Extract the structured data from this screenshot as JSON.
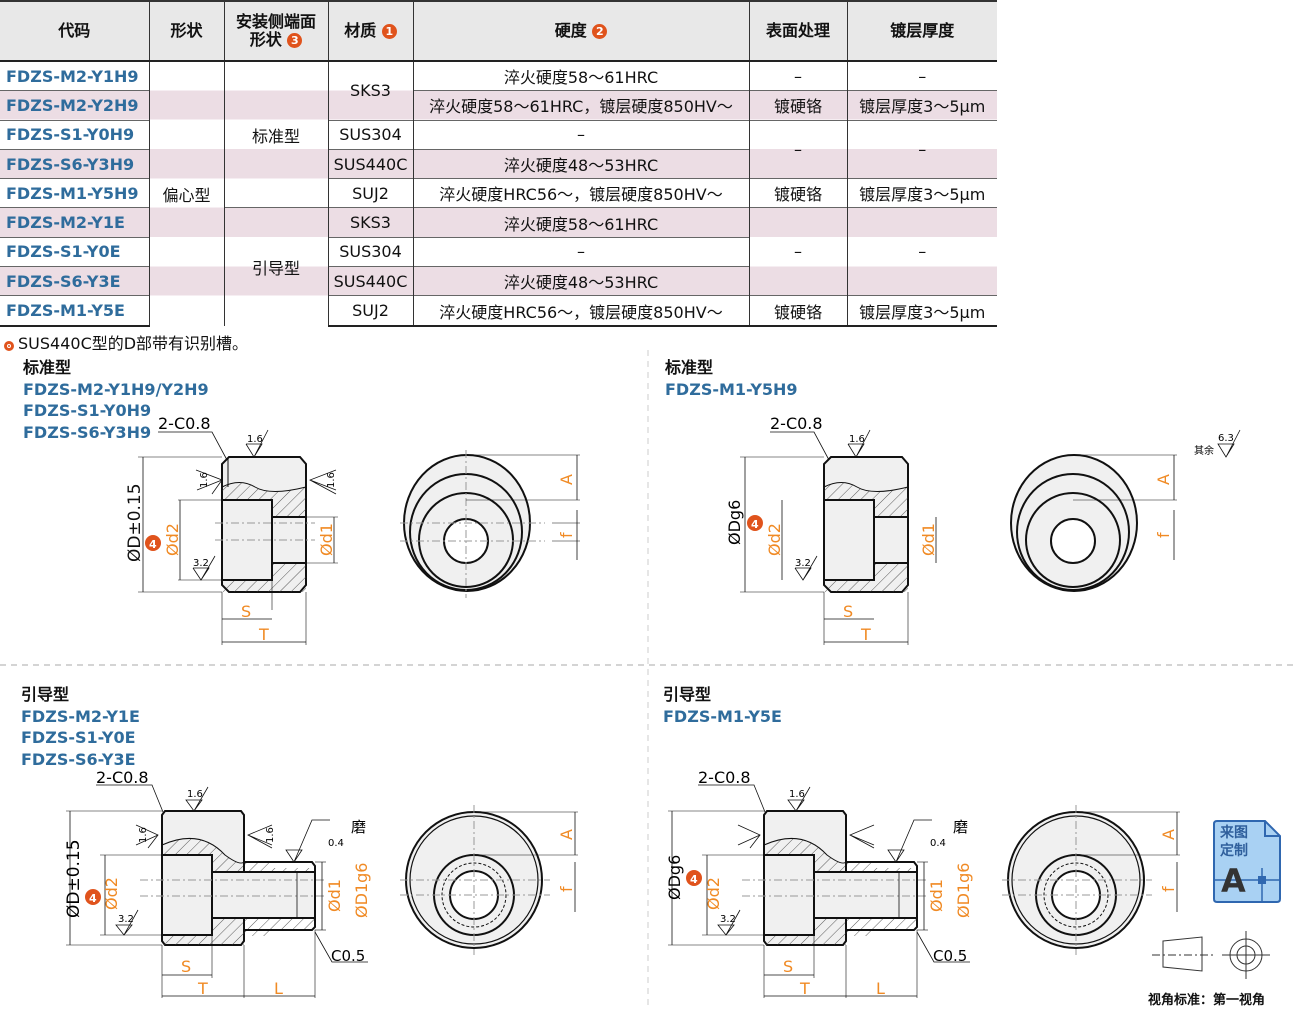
{
  "table": {
    "headers": [
      "代码",
      "形状",
      "安装侧端面",
      "形状",
      "材质",
      "硬度",
      "表面处理",
      "镀层厚度"
    ],
    "header_nums": [
      "3",
      "1",
      "2"
    ],
    "shape_value": "偏心型",
    "install_std": "标准型",
    "install_guide": "引导型",
    "rows": [
      {
        "code": "FDZS-M2-Y1H9",
        "material": "SKS3",
        "hardness": "淬火硬度58～61HRC",
        "surface": "–",
        "thickness": "–"
      },
      {
        "code": "FDZS-M2-Y2H9",
        "hardness": "淬火硬度58～61HRC，镀层硬度850HV～",
        "surface": "镀硬铬",
        "thickness": "镀层厚度3～5μm"
      },
      {
        "code": "FDZS-S1-Y0H9",
        "material": "SUS304",
        "hardness": "–",
        "surface": "–",
        "thickness": "–"
      },
      {
        "code": "FDZS-S6-Y3H9",
        "material": "SUS440C",
        "hardness": "淬火硬度48～53HRC"
      },
      {
        "code": "FDZS-M1-Y5H9",
        "material": "SUJ2",
        "hardness": "淬火硬度HRC56～，镀层硬度850HV～",
        "surface": "镀硬铬",
        "thickness": "镀层厚度3～5μm"
      },
      {
        "code": "FDZS-M2-Y1E",
        "material": "SKS3",
        "hardness": "淬火硬度58～61HRC",
        "surface": "–",
        "thickness": "–"
      },
      {
        "code": "FDZS-S1-Y0E",
        "material": "SUS304",
        "hardness": "–"
      },
      {
        "code": "FDZS-S6-Y3E",
        "material": "SUS440C",
        "hardness": "淬火硬度48～53HRC"
      },
      {
        "code": "FDZS-M1-Y5E",
        "material": "SUJ2",
        "hardness": "淬火硬度HRC56～，镀层硬度850HV～",
        "surface": "镀硬铬",
        "thickness": "镀层厚度3～5μm"
      }
    ]
  },
  "note": "SUS440C型的D部带有识别槽。",
  "sections": [
    {
      "title": "标准型",
      "codes": [
        "FDZS-M2-Y1H9/Y2H9",
        "FDZS-S1-Y0H9",
        "FDZS-S6-Y3H9"
      ]
    },
    {
      "title": "标准型",
      "codes": [
        "FDZS-M1-Y5H9"
      ]
    },
    {
      "title": "引导型",
      "codes": [
        "FDZS-M2-Y1E",
        "FDZS-S1-Y0E",
        "FDZS-S6-Y3E"
      ]
    },
    {
      "title": "引导型",
      "codes": [
        "FDZS-M1-Y5E"
      ]
    }
  ],
  "dims": {
    "chamfer": "2-C0.8",
    "r16": "1.6",
    "r32": "3.2",
    "r63": "6.3",
    "rest": "其余",
    "r04": "0.4",
    "grind": "磨",
    "c05": "C0.5",
    "D_tol": "ØD±0.15",
    "D_g6": "ØDg6",
    "d2": "Ød2",
    "d1": "Ød1",
    "D1": "ØD1g6",
    "S": "S",
    "T": "T",
    "L": "L",
    "A": "A",
    "f": "f",
    "circ4": "4"
  },
  "badge": {
    "line1": "来图",
    "line2": "定制",
    "letter": "A"
  },
  "projection": "视角标准：第一视角",
  "colors": {
    "code_blue": "#2f6c9c",
    "accent_orange": "#e0531c",
    "row_pink": "#ecdde4",
    "dim_orange": "#f08a24"
  }
}
